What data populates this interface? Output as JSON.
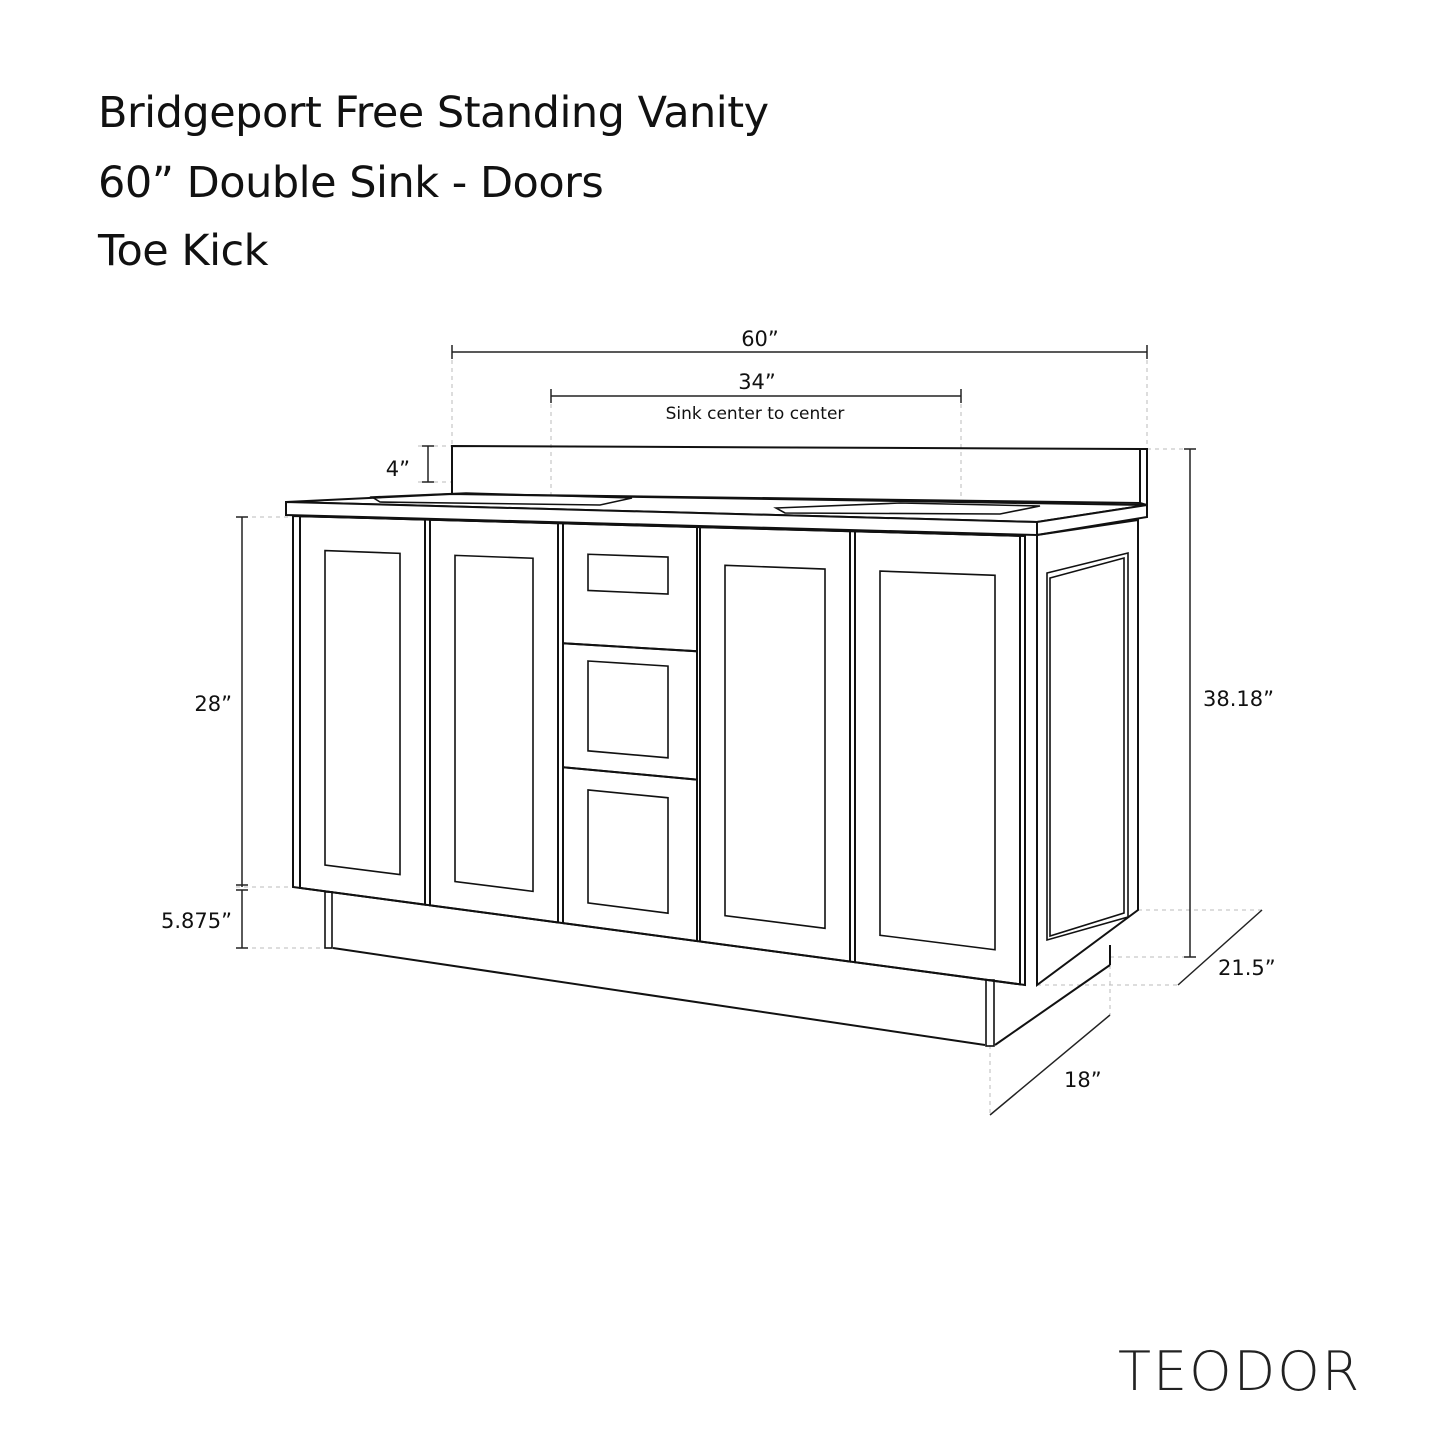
{
  "title": {
    "line1": "Bridgeport Free Standing Vanity",
    "line2": "60” Double Sink - Doors",
    "line3": "Toe Kick"
  },
  "dimensions": {
    "overall_width": "60”",
    "sink_spacing": "34”",
    "sink_spacing_note": "Sink center to center",
    "backsplash_height": "4”",
    "cabinet_height": "28”",
    "toe_kick_height": "5.875”",
    "overall_height": "38.18”",
    "top_depth": "21.5”",
    "cabinet_depth": "18”"
  },
  "brand": "TEODOR"
}
